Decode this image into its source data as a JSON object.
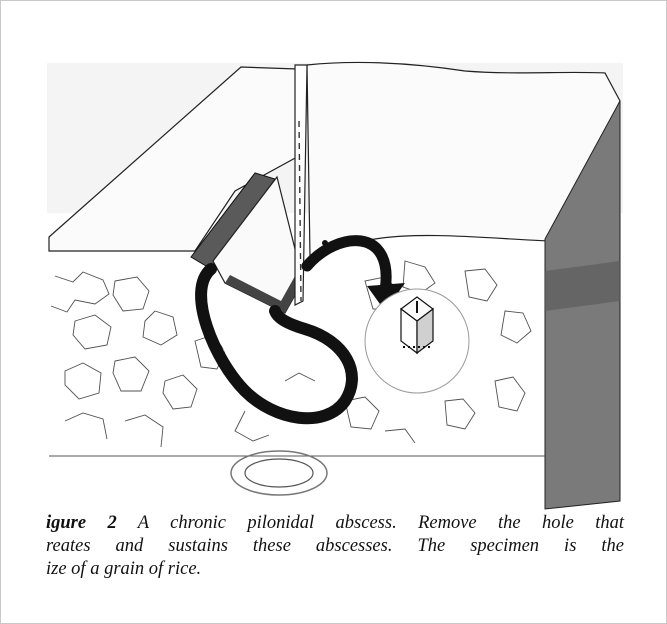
{
  "figure": {
    "caption": {
      "label": "igure 2",
      "line1_text": "A chronic pilonidal abscess. Remove the hole that",
      "line2_text": "reates and sustains these abscesses. The specimen is the",
      "line3_text": "ize of a grain of rice."
    },
    "colors": {
      "ink": "#111111",
      "shadow": "#6e6e6e",
      "faded": "#d9d9d9"
    }
  }
}
